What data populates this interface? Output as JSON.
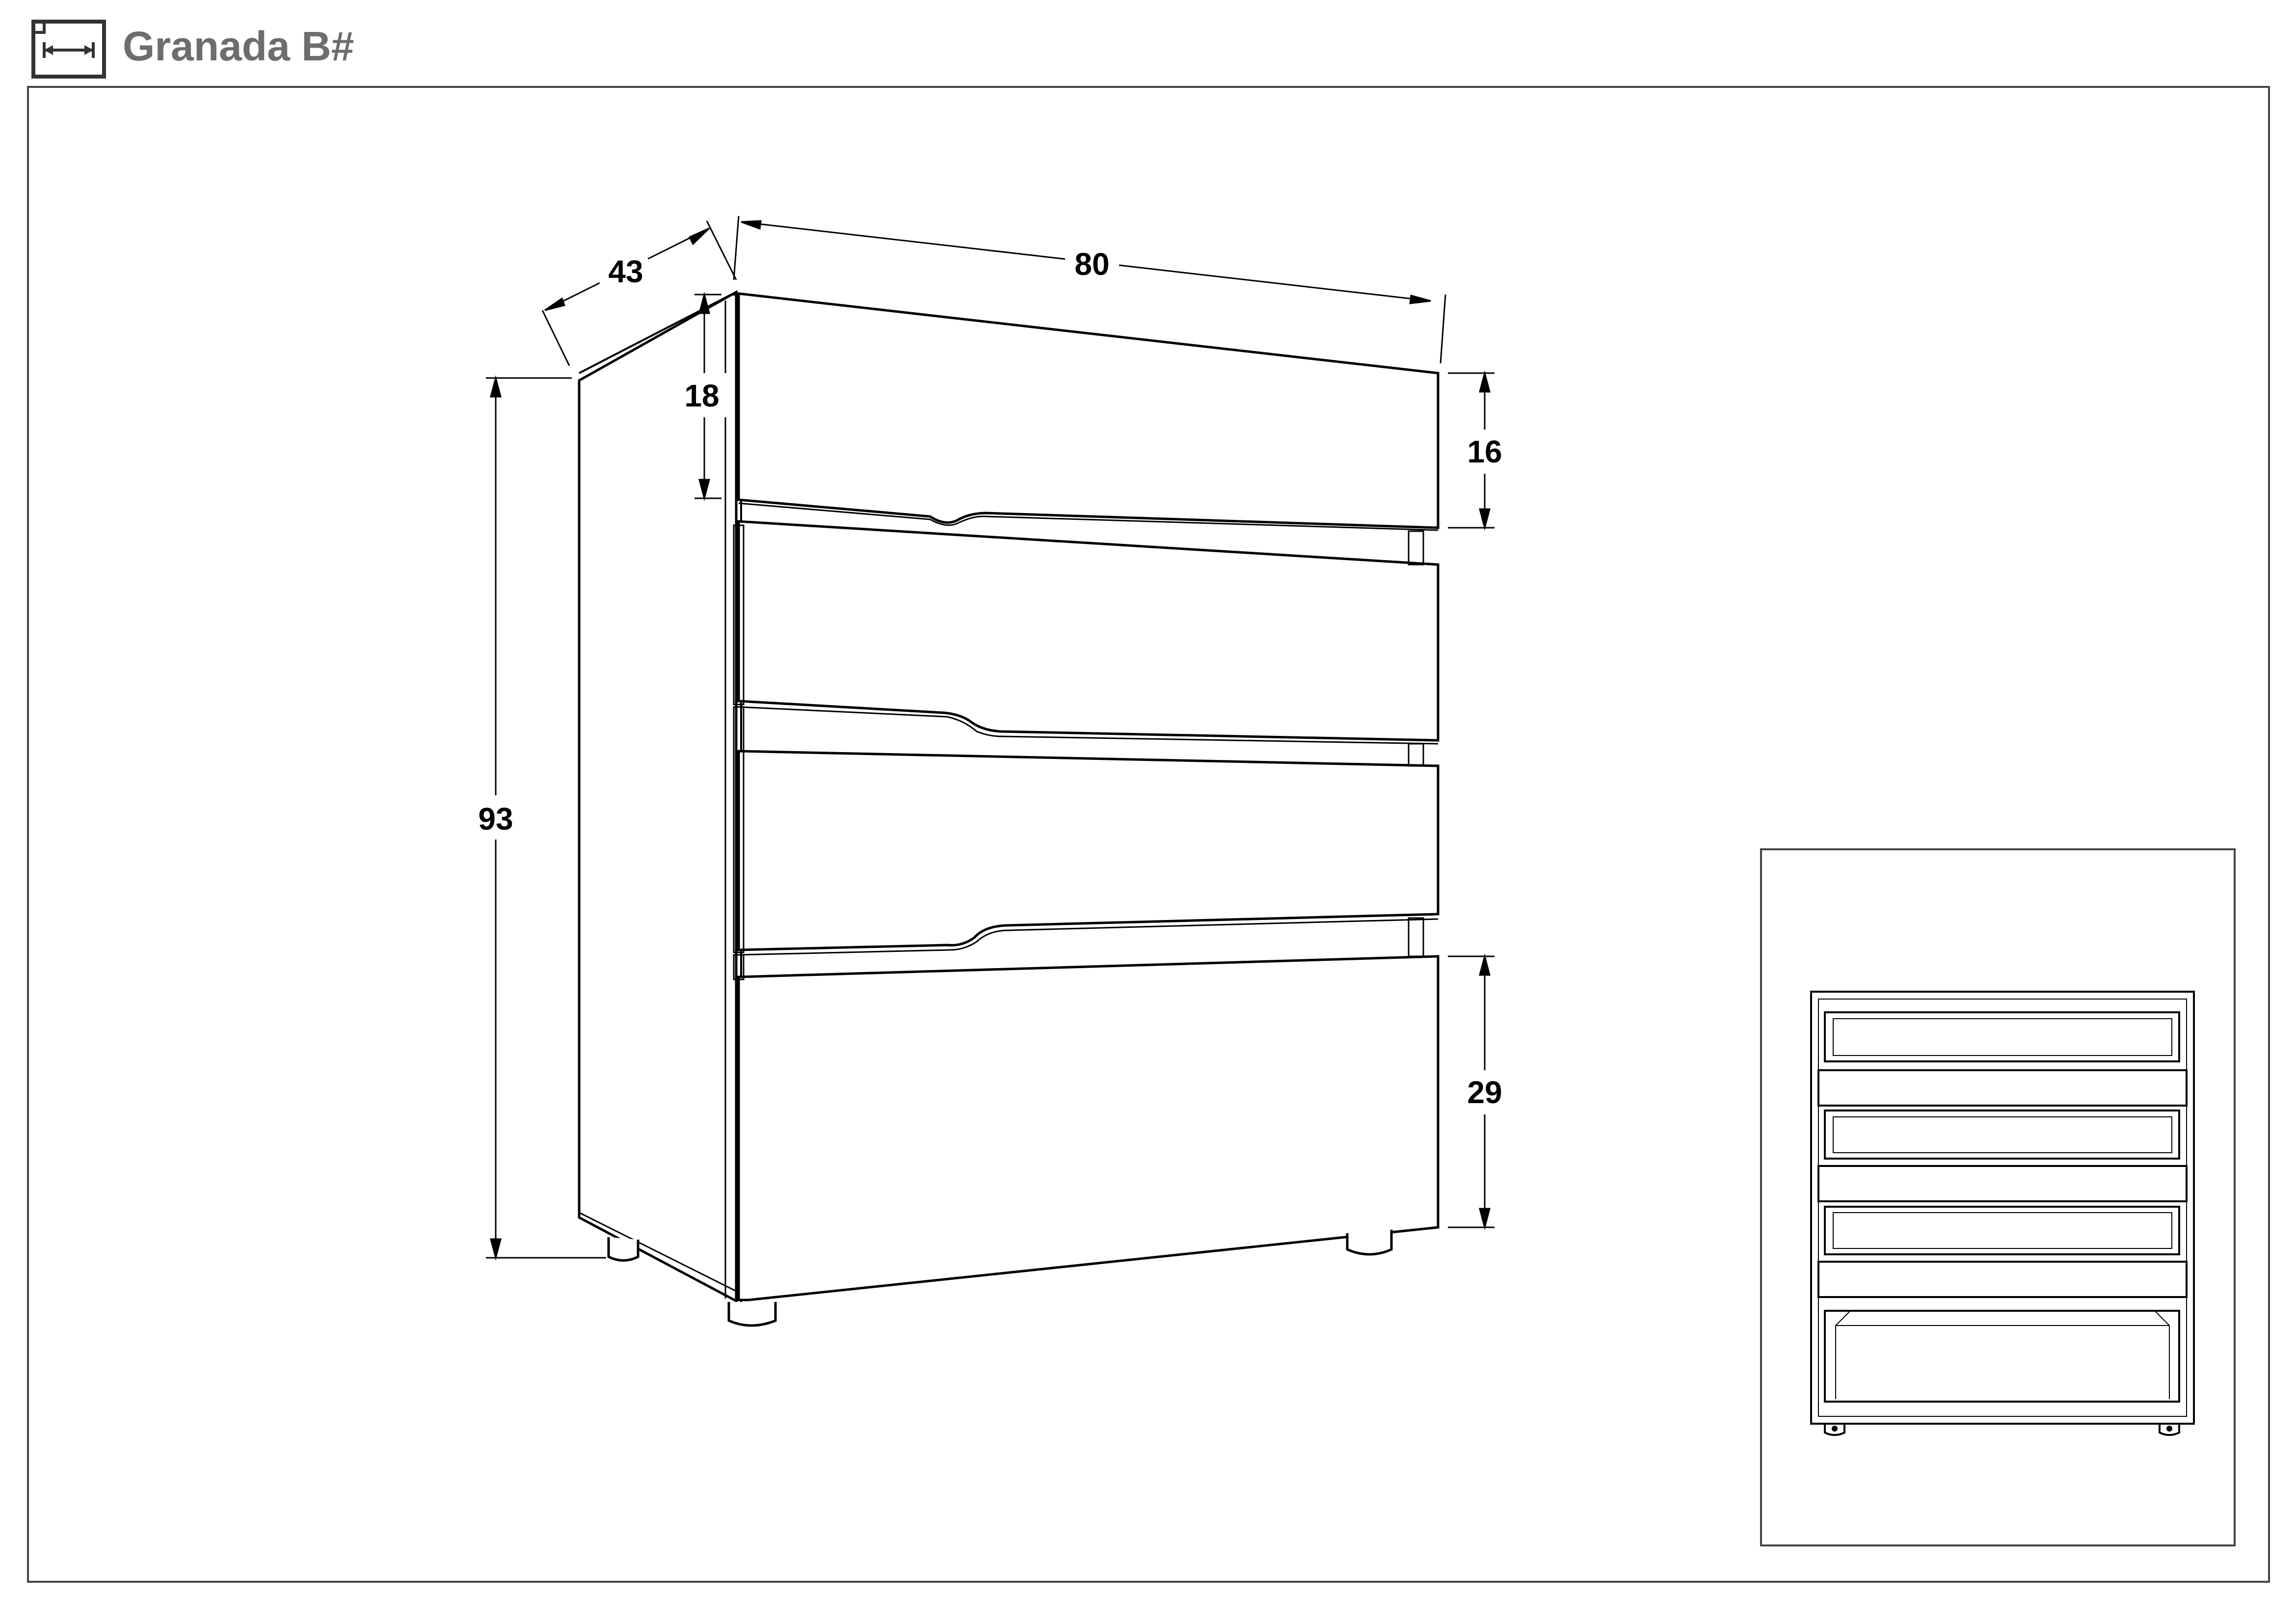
{
  "header": {
    "title": "Granada B#",
    "logo_icon": "dimension-sheet-icon"
  },
  "dimensions": {
    "depth": "43",
    "width": "80",
    "height": "93",
    "top_drawer_front": "18",
    "top_drawer_height": "16",
    "bottom_drawer_height": "29"
  }
}
